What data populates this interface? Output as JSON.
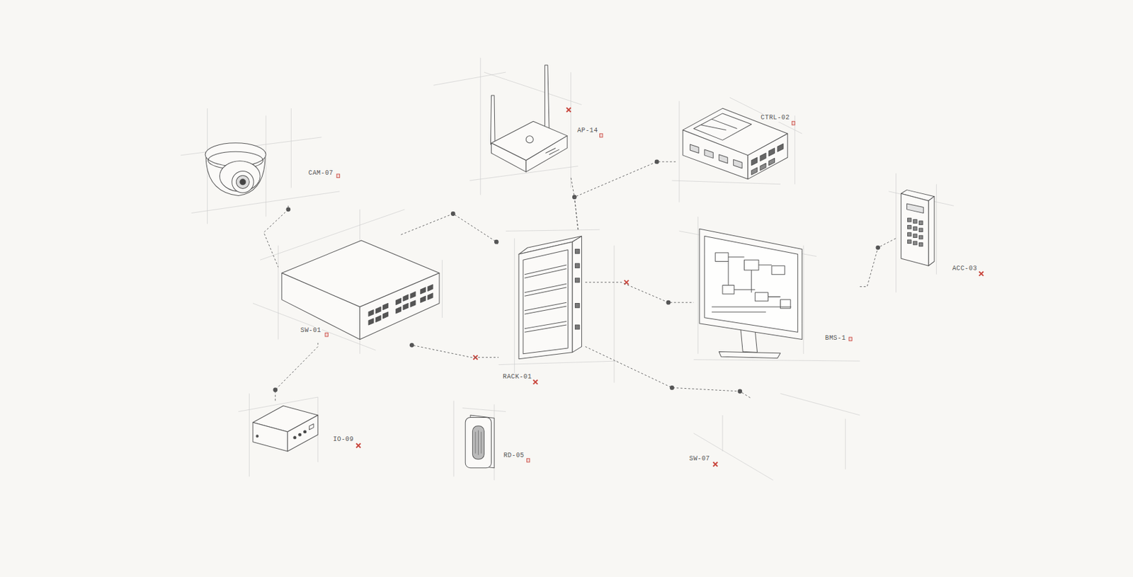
{
  "diagram": {
    "nodes": [
      {
        "text": [
          "AP-14"
        ]
      },
      {
        "text": [
          "CTRL-02"
        ]
      },
      {
        "text": [
          "CAM-07"
        ]
      },
      {
        "text": [
          "SW-01"
        ]
      },
      {
        "text": [
          "RACK-01"
        ]
      },
      {
        "text": [
          "ACC-03"
        ]
      },
      {
        "text": [
          "BMS-1"
        ]
      },
      {
        "text": [
          "IO-09"
        ]
      },
      {
        "text": [
          "RD-05"
        ]
      },
      {
        "text": [
          "SW-07"
        ]
      }
    ],
    "edges": [
      {
        "from": 2,
        "to": 3,
        "arrow": "none"
      },
      {
        "from": 3,
        "to": 4,
        "arrow": "none"
      },
      {
        "from": 3,
        "to": 4,
        "arrow": "none"
      },
      {
        "from": 7,
        "to": 3,
        "arrow": "none"
      },
      {
        "from": 4,
        "to": 0,
        "arrow": "none"
      },
      {
        "from": 4,
        "to": 1,
        "arrow": "none"
      },
      {
        "from": 4,
        "to": 6,
        "arrow": "none"
      },
      {
        "from": 6,
        "to": 5,
        "arrow": "none"
      },
      {
        "from": 4,
        "to": 9,
        "arrow": "none"
      }
    ]
  }
}
